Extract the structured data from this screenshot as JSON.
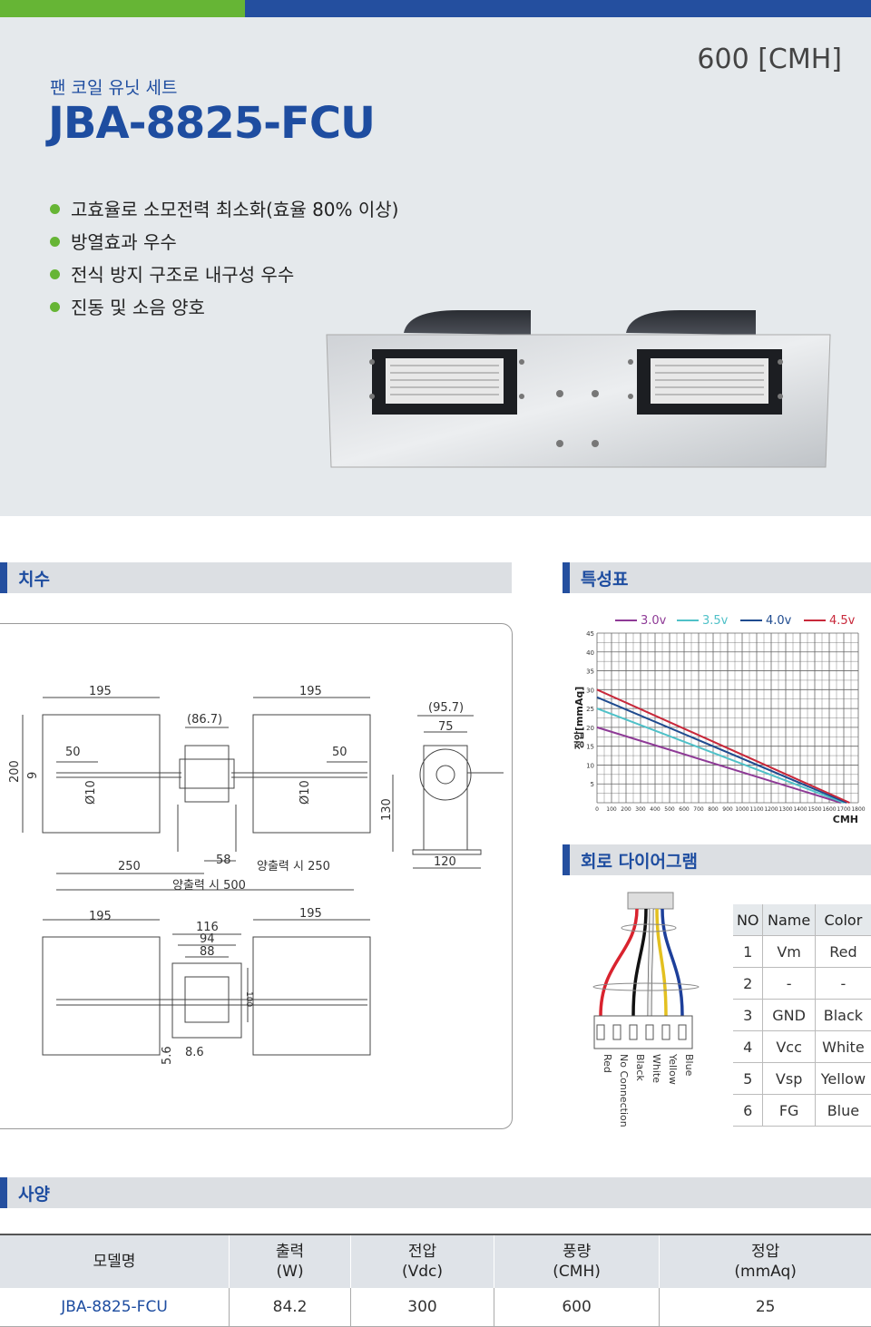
{
  "header": {
    "subtitle": "팬 코일 유닛 세트",
    "model": "JBA-8825-FCU",
    "capacity": "600 [CMH]"
  },
  "features": [
    "고효율로 소모전력 최소화(효율 80% 이상)",
    "방열효과 우수",
    "전식 방지 구조로 내구성 우수",
    "진동 및 소음 양호"
  ],
  "sections": {
    "dimensions": "치수",
    "characteristics": "특성표",
    "circuit": "회로 다이어그램",
    "spec": "사양"
  },
  "dimensions": {
    "w195a": "195",
    "w195b": "195",
    "d86": "(86.7)",
    "d50a": "50",
    "d50b": "50",
    "h200": "200",
    "h9": "9",
    "phi10a": "Ø10",
    "phi10b": "Ø10",
    "d250": "250",
    "d58": "58",
    "both250": "양출력 시 250",
    "both500": "양출력 시 500",
    "d95": "(95.7)",
    "d75": "75",
    "h130": "130",
    "d120": "120",
    "w195c": "195",
    "w195d": "195",
    "d116": "116",
    "d94": "94",
    "d88": "88",
    "d100": "100",
    "d56": "5.6",
    "d86b": "8.6"
  },
  "chart_data": {
    "type": "line",
    "series": [
      {
        "name": "3.0v",
        "color": "#8e3a96",
        "x": [
          0,
          1680
        ],
        "y": [
          20,
          0
        ]
      },
      {
        "name": "3.5v",
        "color": "#4fc1c8",
        "x": [
          0,
          1700
        ],
        "y": [
          25,
          0
        ]
      },
      {
        "name": "4.0v",
        "color": "#1f4b8f",
        "x": [
          0,
          1720
        ],
        "y": [
          28,
          0
        ]
      },
      {
        "name": "4.5v",
        "color": "#c8283a",
        "x": [
          0,
          1740
        ],
        "y": [
          30,
          0
        ]
      }
    ],
    "xlabel": "CMH",
    "ylabel": "정압[mmAq]",
    "xlim": [
      0,
      1800
    ],
    "ylim": [
      0,
      45
    ],
    "xticks": [
      "0",
      "100",
      "200",
      "300",
      "400",
      "500",
      "600",
      "700",
      "800",
      "900",
      "1000",
      "1100",
      "1200",
      "1300",
      "1400",
      "1500",
      "1600",
      "1700",
      "1800"
    ],
    "yticks": [
      "5",
      "10",
      "15",
      "20",
      "25",
      "30",
      "35",
      "40",
      "45"
    ],
    "grid": true,
    "legend": "top"
  },
  "circuit": {
    "wires": [
      "Red",
      "No Connection",
      "Black",
      "White",
      "Yellow",
      "Blue"
    ],
    "wire_colors": [
      "#d9232e",
      "#ffffff",
      "#111111",
      "#eeeeee",
      "#e3c020",
      "#1d3f9a"
    ]
  },
  "pin_table": {
    "headers": [
      "NO",
      "Name",
      "Color"
    ],
    "rows": [
      [
        "1",
        "Vm",
        "Red"
      ],
      [
        "2",
        "-",
        "-"
      ],
      [
        "3",
        "GND",
        "Black"
      ],
      [
        "4",
        "Vcc",
        "White"
      ],
      [
        "5",
        "Vsp",
        "Yellow"
      ],
      [
        "6",
        "FG",
        "Blue"
      ]
    ]
  },
  "spec_table": {
    "headers": [
      {
        "l1": "모델명",
        "l2": ""
      },
      {
        "l1": "출력",
        "l2": "(W)"
      },
      {
        "l1": "전압",
        "l2": "(Vdc)"
      },
      {
        "l1": "풍량",
        "l2": "(CMH)"
      },
      {
        "l1": "정압",
        "l2": "(mmAq)"
      }
    ],
    "row": [
      "JBA-8825-FCU",
      "84.2",
      "300",
      "600",
      "25"
    ]
  },
  "colors": {
    "brand_blue": "#1e4da0",
    "accent_green": "#66b535"
  }
}
